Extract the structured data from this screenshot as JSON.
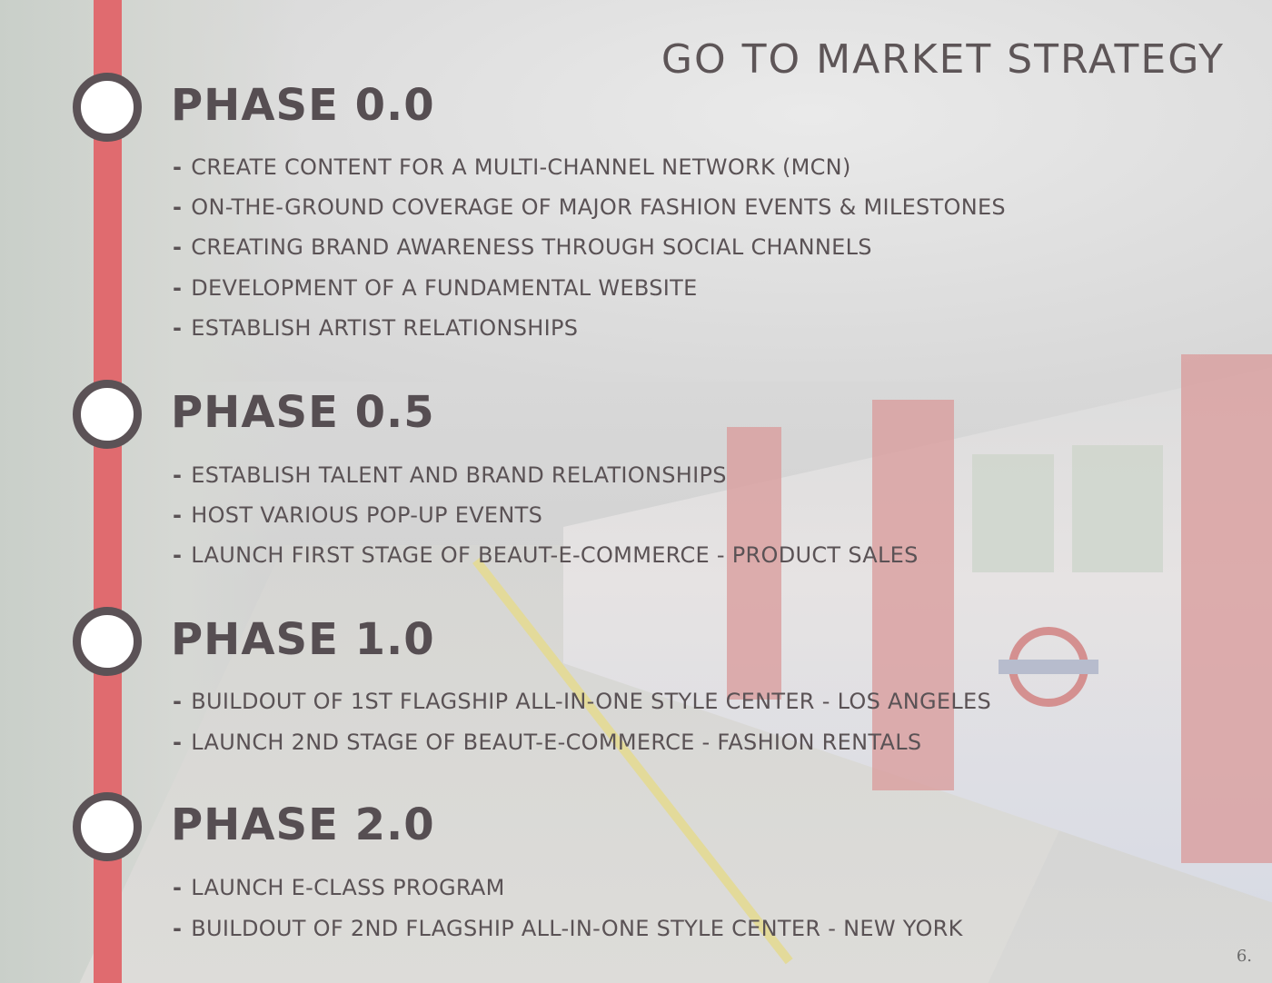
{
  "title": "GO TO MARKET STRATEGY",
  "phases": [
    {
      "heading": "PHASE 0.0",
      "items": [
        "CREATE CONTENT FOR A MULTI-CHANNEL NETWORK (MCN)",
        "ON-THE-GROUND COVERAGE OF MAJOR FASHION EVENTS & MILESTONES",
        "CREATING BRAND AWARENESS THROUGH SOCIAL CHANNELS",
        "DEVELOPMENT OF A FUNDAMENTAL WEBSITE",
        "ESTABLISH ARTIST RELATIONSHIPS"
      ]
    },
    {
      "heading": "PHASE 0.5",
      "items": [
        "ESTABLISH TALENT AND BRAND RELATIONSHIPS",
        "HOST VARIOUS POP-UP EVENTS",
        "LAUNCH FIRST STAGE OF BEAUT-E-COMMERCE - PRODUCT SALES"
      ]
    },
    {
      "heading": "PHASE 1.0",
      "items": [
        "BUILDOUT OF 1ST FLAGSHIP ALL-IN-ONE STYLE CENTER - LOS ANGELES",
        "LAUNCH 2ND STAGE OF BEAUT-E-COMMERCE - FASHION RENTALS"
      ]
    },
    {
      "heading": "PHASE 2.0",
      "items": [
        "LAUNCH E-CLASS PROGRAM",
        "BUILDOUT OF 2ND FLAGSHIP ALL-IN-ONE STYLE CENTER - NEW YORK"
      ]
    }
  ],
  "bullet_marker": "-",
  "page_number": "6.",
  "colors": {
    "timeline": "#e06b6f",
    "node_ring": "#5b5256",
    "text": "#564e52"
  }
}
